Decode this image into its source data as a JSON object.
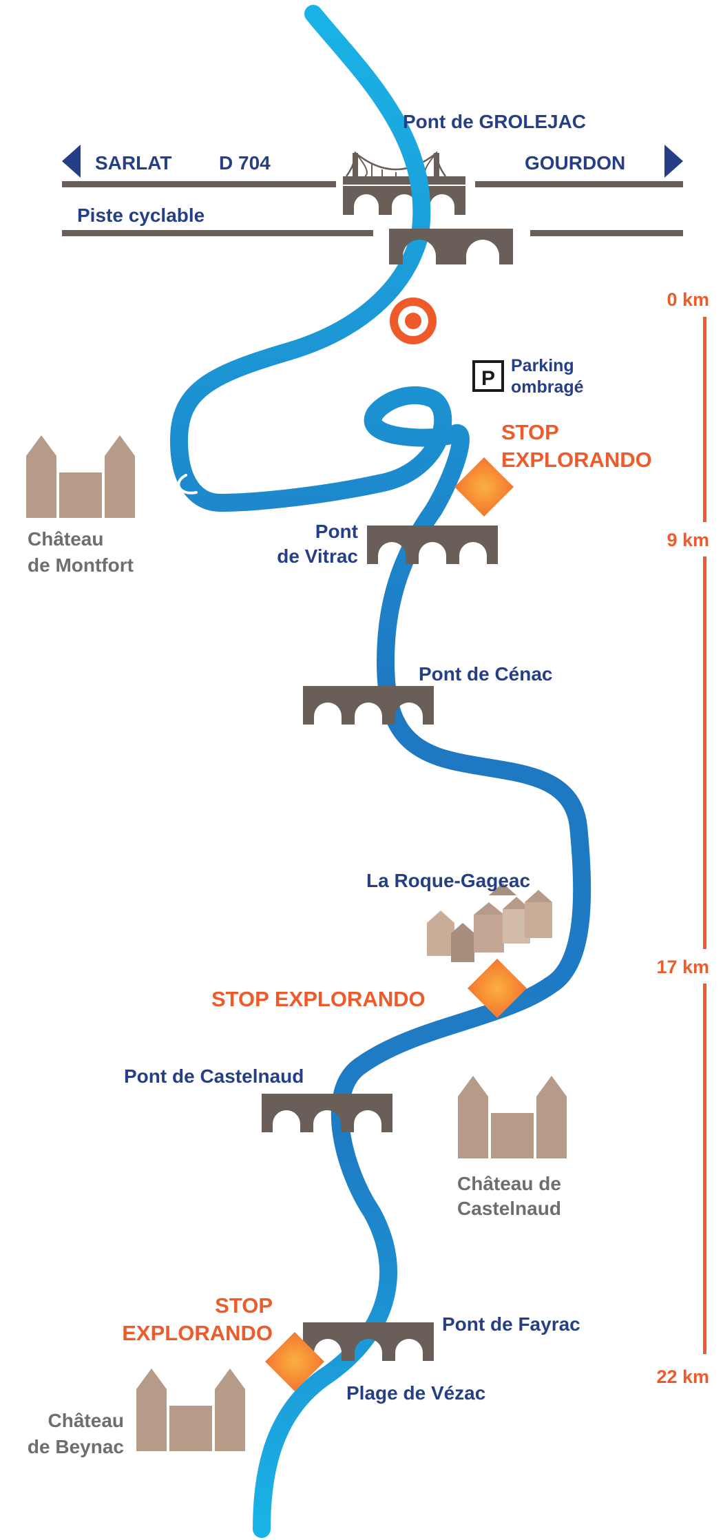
{
  "roads": {
    "left_dest": "SARLAT",
    "road_number": "D 704",
    "right_dest": "GOURDON",
    "cycle_path": "Piste cyclable"
  },
  "bridges": {
    "grolejac": "Pont de GROLEJAC",
    "vitrac_line1": "Pont",
    "vitrac_line2": "de Vitrac",
    "cenac": "Pont de Cénac",
    "castelnaud": "Pont de Castelnaud",
    "fayrac": "Pont de Fayrac"
  },
  "parking": {
    "icon_letter": "P",
    "line1": "Parking",
    "line2": "ombragé"
  },
  "stops": {
    "stop1_line1": "STOP",
    "stop1_line2": "EXPLORANDO",
    "stop2": "STOP EXPLORANDO",
    "stop3_line1": "STOP",
    "stop3_line2": "EXPLORANDO"
  },
  "places": {
    "montfort_line1": "Château",
    "montfort_line2": "de Montfort",
    "roque_gageac": "La Roque-Gageac",
    "castelnaud_line1": "Château de",
    "castelnaud_line2": "Castelnaud",
    "beynac_line1": "Château",
    "beynac_line2": "de Beynac",
    "vezac_beach": "Plage de Vézac"
  },
  "distance_scale": {
    "markers": [
      "0 km",
      "9 km",
      "17 km",
      "22 km"
    ]
  },
  "colors": {
    "river_light": "#1ab3e6",
    "river_dark": "#1e78c2",
    "road_brown": "#6a5f58",
    "label_navy": "#253f87",
    "stop_orange": "#ef5a2a",
    "castle_tan": "#b69b88",
    "castle_grey_label": "#6e6e70",
    "diamond_yellow": "#fbb040"
  },
  "icons": {
    "start": "start-target-icon",
    "parking": "parking-icon",
    "stop": "stop-diamond-icon",
    "bridge": "bridge-icon",
    "suspension_bridge": "suspension-bridge-icon",
    "castle": "castle-icon",
    "village": "village-icon",
    "arrow_left": "arrow-left-icon",
    "arrow_right": "arrow-right-icon"
  }
}
